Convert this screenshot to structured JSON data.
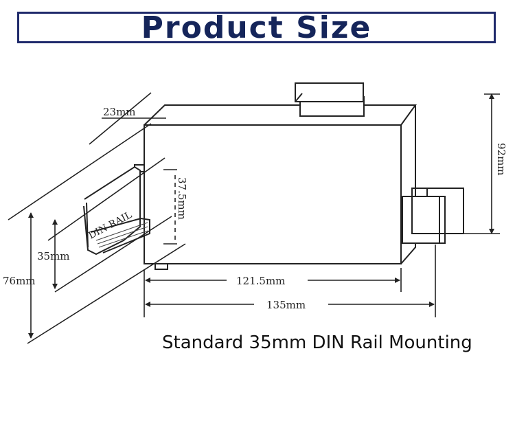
{
  "title": "Product Size",
  "caption": "Standard 35mm DIN Rail Mounting",
  "dimensions": {
    "depth": "23mm",
    "rail_width": "35mm",
    "rail_height": "37.5mm",
    "height": "76mm",
    "side_height": "92mm",
    "length_body": "121.5mm",
    "length_total": "135mm"
  },
  "rail_label": "DIN RAIL",
  "colors": {
    "title_text": "#15255a",
    "title_border": "#1f2a6b",
    "line": "#222222"
  }
}
